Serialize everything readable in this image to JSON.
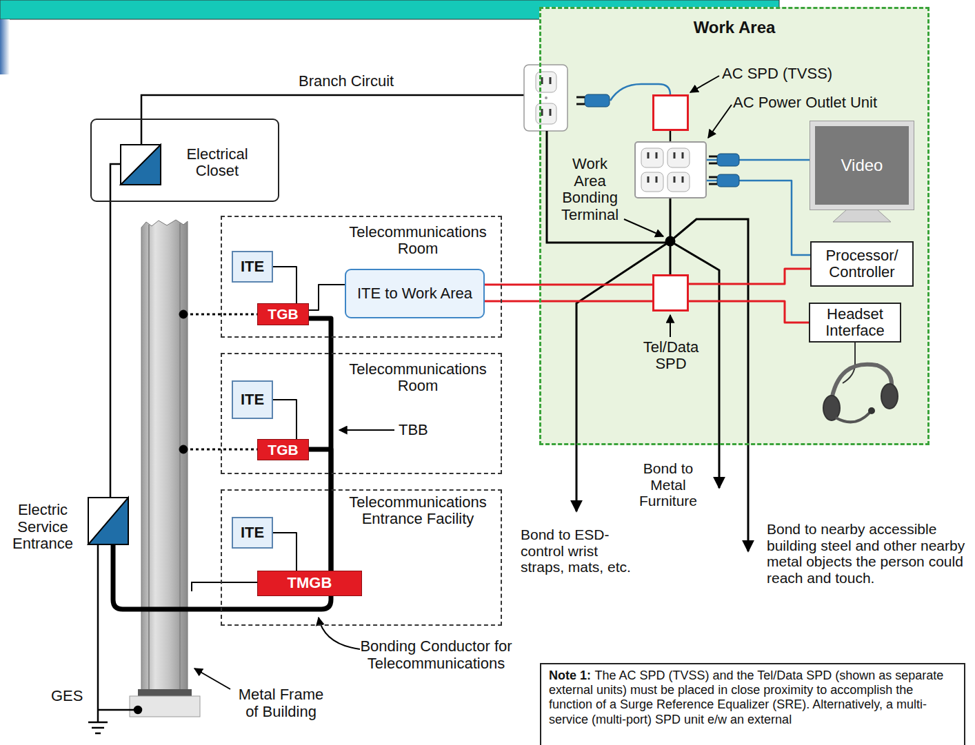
{
  "diagram": {
    "nodes": [
      {
        "text": [
          "Work Area"
        ]
      },
      {
        "text": [
          "AC SPD (TVSS)"
        ],
        "in": 0
      },
      {
        "text": [
          "AC Power Outlet Unit"
        ],
        "in": 0
      },
      {
        "text": [
          "Video"
        ],
        "in": 0
      },
      {
        "text": [
          "Processor/ Controller"
        ],
        "in": 0
      },
      {
        "text": [
          "Headset Interface"
        ],
        "in": 0
      },
      {
        "text": [
          "Tel/Data SPD"
        ],
        "in": 0
      },
      {
        "text": [
          "Electrical Closet"
        ]
      },
      {
        "text": [
          "Telecommunications Room"
        ]
      },
      {
        "text": [
          "ITE"
        ],
        "in": 8
      },
      {
        "text": [
          "TGB"
        ],
        "in": 8
      },
      {
        "text": [
          "ITE to Work Area"
        ],
        "in": 8
      },
      {
        "text": [
          "Telecommunications Room"
        ]
      },
      {
        "text": [
          "ITE"
        ],
        "in": 12
      },
      {
        "text": [
          "TGB"
        ],
        "in": 12
      },
      {
        "text": [
          "Telecommunications Entrance Facility"
        ]
      },
      {
        "text": [
          "ITE"
        ],
        "in": 15
      },
      {
        "text": [
          "TMGB"
        ],
        "in": 15
      },
      {
        "text": [
          "Note 1:",
          "The AC SPD (TVSS) and the Tel/Data SPD (shown as separate external units) must be placed in close proximity to accomplish the function of a Surge Reference Equalizer (SRE). Alternatively, a multi-service (multi-port) SPD unit e/w an external"
        ]
      }
    ],
    "edges": [
      {
        "from": 9,
        "to": 10,
        "arrow": "none"
      },
      {
        "from": 10,
        "to": 11,
        "arrow": "none"
      },
      {
        "from": 13,
        "to": 14,
        "arrow": "none"
      },
      {
        "from": 16,
        "to": 17,
        "arrow": "none"
      },
      {
        "from": 10,
        "to": 17,
        "arrow": "none"
      },
      {
        "from": 14,
        "to": 17,
        "arrow": "none"
      },
      {
        "from": 11,
        "to": 6,
        "arrow": "none"
      },
      {
        "from": 6,
        "to": 4,
        "arrow": "none"
      },
      {
        "from": 6,
        "to": 5,
        "arrow": "none"
      },
      {
        "from": 1,
        "to": 2,
        "arrow": "none"
      },
      {
        "from": 2,
        "to": 3,
        "arrow": "none"
      },
      {
        "from": 2,
        "to": 4,
        "arrow": "none"
      }
    ],
    "labels": [
      "Branch Circuit",
      "TBB",
      "Bonding Conductor for Telecommunications",
      "Metal Frame of Building",
      "Electric Service Entrance",
      "GES",
      "Work Area Bonding Terminal",
      "Bond to ESD-control wrist straps, mats, etc.",
      "Bond to Metal Furniture",
      "Bond to nearby accessible building steel and other nearby metal objects the person could reach and touch."
    ]
  }
}
